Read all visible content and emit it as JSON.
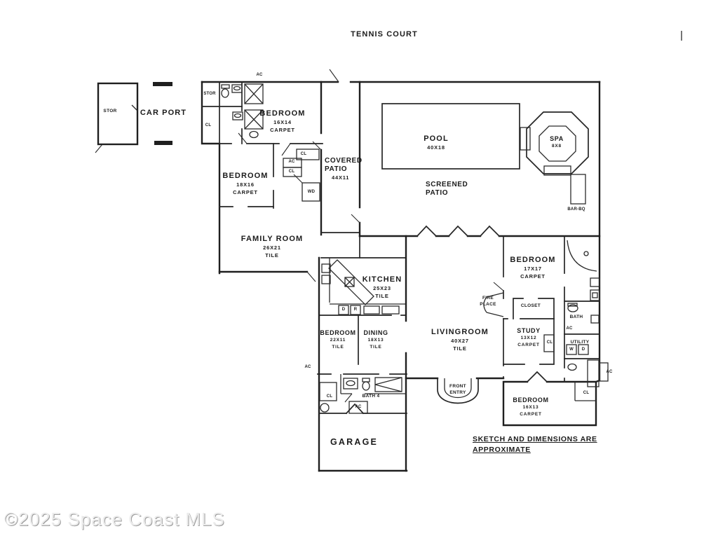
{
  "rooms": {
    "tennis_court": {
      "name": "TENNIS COURT"
    },
    "stor_outbuilding": {
      "name": "STOR"
    },
    "carport": {
      "name": "CAR PORT"
    },
    "bedroom1": {
      "name": "BEDROOM",
      "dims": "16X14",
      "floor": "CARPET"
    },
    "bedroom2": {
      "name": "BEDROOM",
      "dims": "18X16",
      "floor": "CARPET"
    },
    "covered_patio": {
      "line1": "COVERED",
      "line2": "PATIO",
      "dims": "44X11"
    },
    "screened_patio": {
      "line1": "SCREENED",
      "line2": "PATIO"
    },
    "pool": {
      "name": "POOL",
      "dims": "40X18"
    },
    "spa": {
      "name": "SPA",
      "dims": "8X8"
    },
    "bar_bq": {
      "name": "BAR-BQ"
    },
    "family_room": {
      "name": "FAMILY ROOM",
      "dims": "26X21",
      "floor": "TILE"
    },
    "kitchen": {
      "name": "KITCHEN",
      "dims": "25X23",
      "floor": "TILE"
    },
    "bedroom3": {
      "name": "BEDROOM",
      "dims": "22X11",
      "floor": "TILE"
    },
    "dining": {
      "name": "DINING",
      "dims": "18X13",
      "floor": "TILE"
    },
    "livingroom": {
      "name": "LIVINGROOM",
      "dims": "40X27",
      "floor": "TILE"
    },
    "bedroom4": {
      "name": "BEDROOM",
      "dims": "17X17",
      "floor": "CARPET"
    },
    "fireplace": {
      "line1": "FIRE",
      "line2": "PLACE"
    },
    "closet": {
      "name": "CLOSET"
    },
    "study": {
      "name": "STUDY",
      "dims": "13X12",
      "floor": "CARPET"
    },
    "bath": {
      "name": "BATH"
    },
    "utility": {
      "name": "UTILITY"
    },
    "bedroom5": {
      "name": "BEDROOM",
      "dims": "16X13",
      "floor": "CARPET"
    },
    "front_entry": {
      "line1": "FRONT",
      "line2": "ENTRY"
    },
    "bath4": {
      "name": "BATH 4"
    },
    "garage": {
      "name": "GARAGE"
    }
  },
  "labels": {
    "stor": "STOR",
    "cl": "CL",
    "ac": "AC",
    "wd": "WD",
    "d": "D",
    "r": "R",
    "w": "W"
  },
  "annotations": {
    "disclaimer_line1": "SKETCH AND DIMENSIONS ARE",
    "disclaimer_line2": "APPROXIMATE",
    "watermark": "©2025 Space Coast MLS"
  }
}
